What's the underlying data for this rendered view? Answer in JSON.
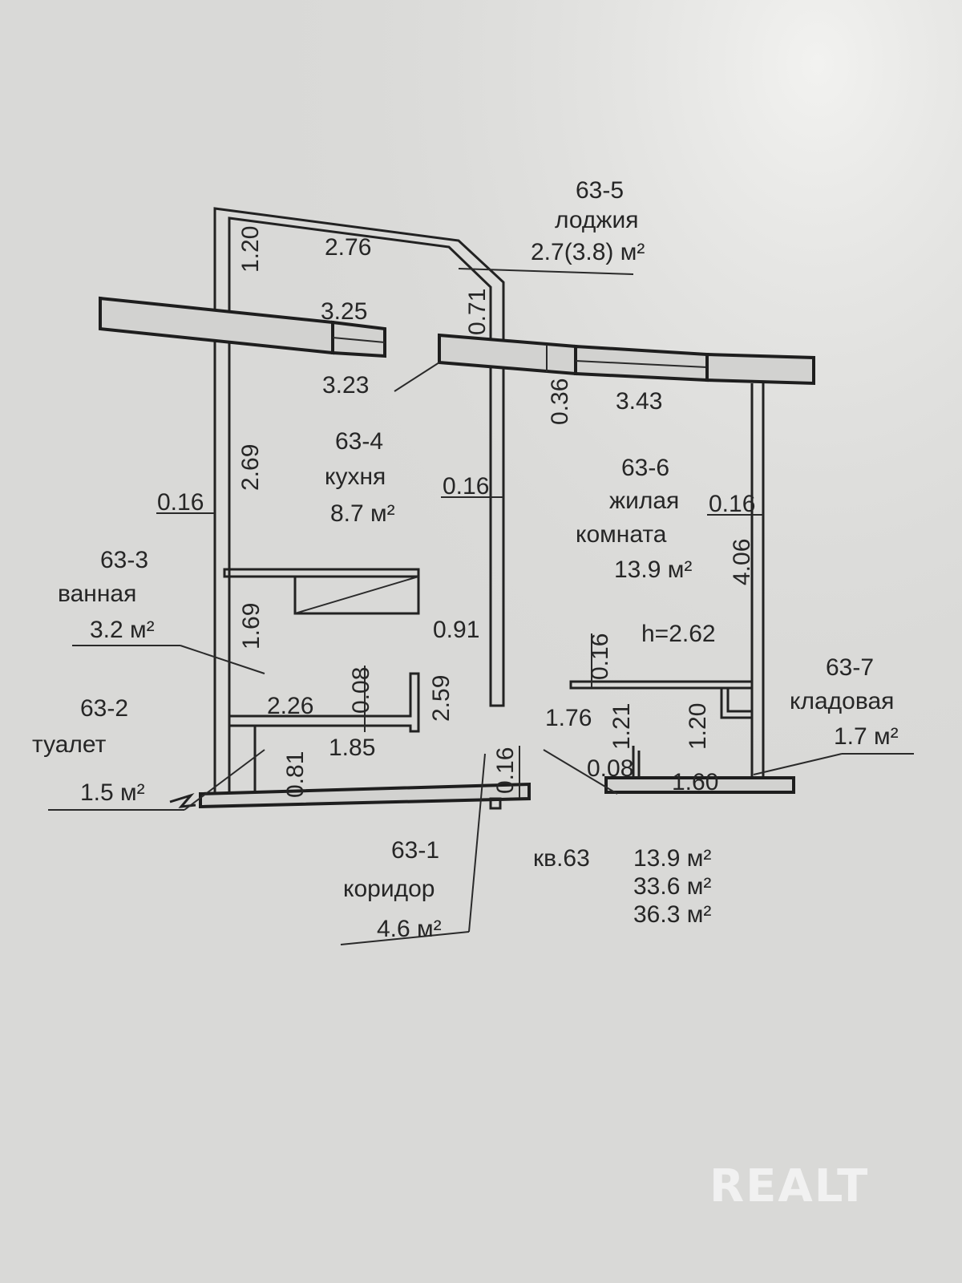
{
  "rooms": {
    "r1": {
      "id": "63-1",
      "name": "коридор",
      "area": "4.6 м²"
    },
    "r2": {
      "id": "63-2",
      "name": "туалет",
      "area": "1.5 м²"
    },
    "r3": {
      "id": "63-3",
      "name": "ванная",
      "area": "3.2 м²"
    },
    "r4": {
      "id": "63-4",
      "name": "кухня",
      "area": "8.7 м²"
    },
    "r5": {
      "id": "63-5",
      "name": "лоджия",
      "area": "2.7(3.8) м²"
    },
    "r6": {
      "id": "63-6",
      "name1": "жилая",
      "name2": "комната",
      "area": "13.9 м²",
      "height": "h=2.62"
    },
    "r7": {
      "id": "63-7",
      "name": "кладовая",
      "area": "1.7 м²"
    }
  },
  "dims": {
    "d276": "2.76",
    "d120a": "1.20",
    "d071": "0.71",
    "d325": "3.25",
    "d323": "3.23",
    "d036": "0.36",
    "d343": "3.43",
    "d269": "2.69",
    "d016a": "0.16",
    "d016b": "0.16",
    "d016c": "0.16",
    "d406": "4.06",
    "d169": "1.69",
    "d091": "0.91",
    "d016d": "0.16",
    "d008a": "0.08",
    "d226": "2.26",
    "d259": "2.59",
    "d185": "1.85",
    "d081": "0.81",
    "d016e": "0.16",
    "d176": "1.76",
    "d121": "1.21",
    "d120b": "1.20",
    "d008b": "0.08",
    "d160": "1.60"
  },
  "summary": {
    "apt": "кв.63",
    "living": "13.9 м²",
    "total": "33.6 м²",
    "total_loggia": "36.3 м²"
  },
  "watermark": "REALT"
}
